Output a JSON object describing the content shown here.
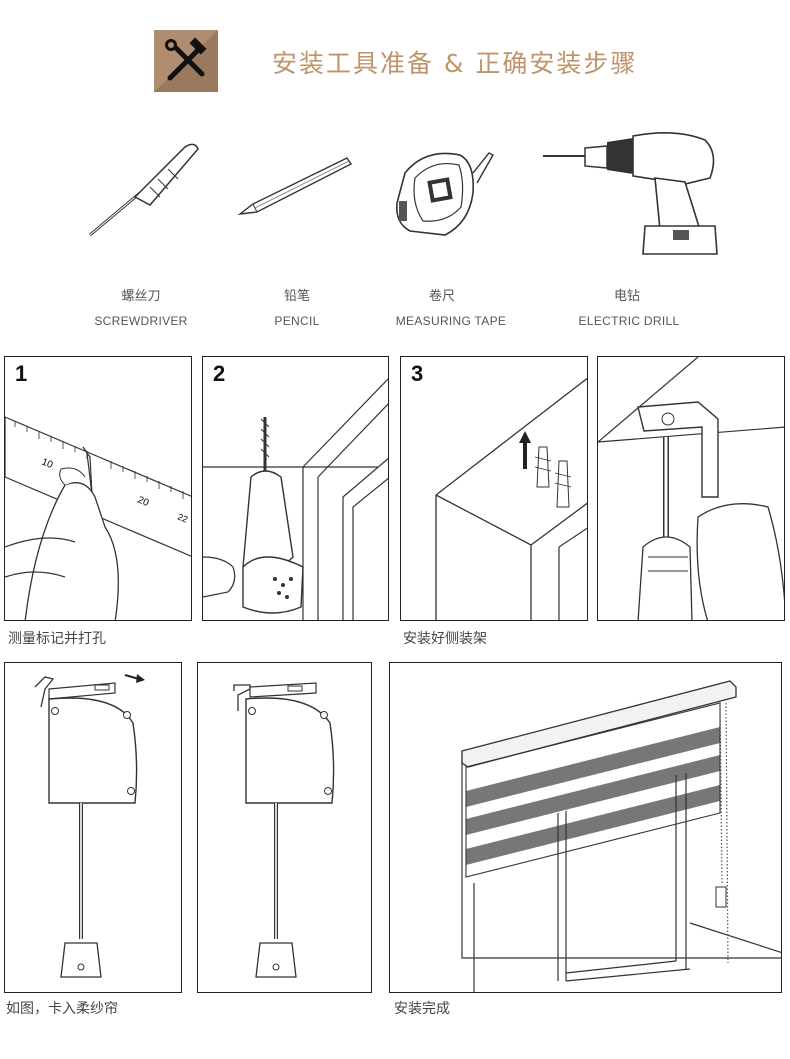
{
  "header": {
    "title": "安装工具准备 & 正确安装步骤",
    "logo_icon": "tools-icon",
    "accent_color": "#c0946a",
    "logo_bg": "#9a7a5e"
  },
  "tools": [
    {
      "cn": "螺丝刀",
      "en": "SCREWDRIVER",
      "icon": "screwdriver-icon"
    },
    {
      "cn": "铅笔",
      "en": "PENCIL",
      "icon": "pencil-icon"
    },
    {
      "cn": "卷尺",
      "en": "MEASURING TAPE",
      "icon": "tape-measure-icon"
    },
    {
      "cn": "电钻",
      "en": "ELECTRIC DRILL",
      "icon": "electric-drill-icon"
    }
  ],
  "steps": {
    "step1": {
      "number": "1"
    },
    "step2": {
      "number": "2"
    },
    "step3": {
      "number": "3"
    },
    "ruler_ticks": {
      "t10": "10",
      "t20": "20",
      "t22": "22"
    }
  },
  "captions": {
    "measure": "测量标记并打孔",
    "bracket": "安装好侧装架",
    "clip": "如图，卡入柔纱帘",
    "done": "安装完成"
  }
}
